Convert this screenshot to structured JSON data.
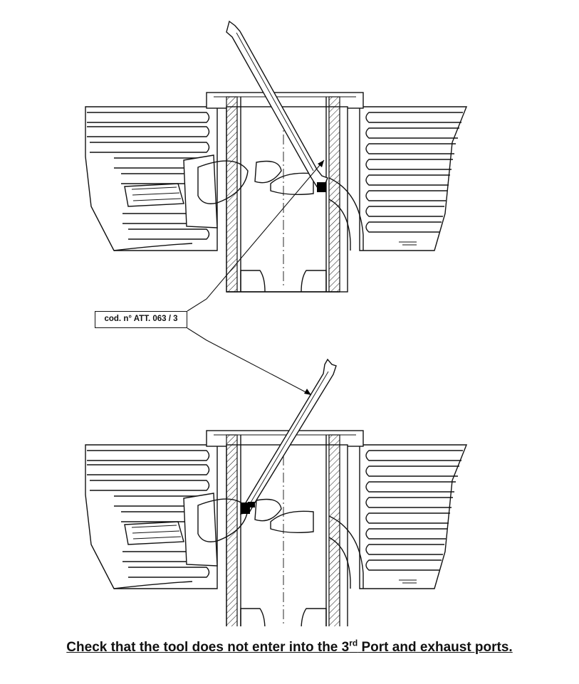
{
  "callout": {
    "label": "cod. n° ATT. 063 / 3"
  },
  "caption": {
    "before": "Check that the tool does not enter into the 3",
    "superscript": "rd",
    "after": " Port and exhaust ports."
  },
  "views": [
    {
      "name": "upper-view",
      "tool_enters_port": true
    },
    {
      "name": "lower-view",
      "tool_enters_port": false
    }
  ]
}
